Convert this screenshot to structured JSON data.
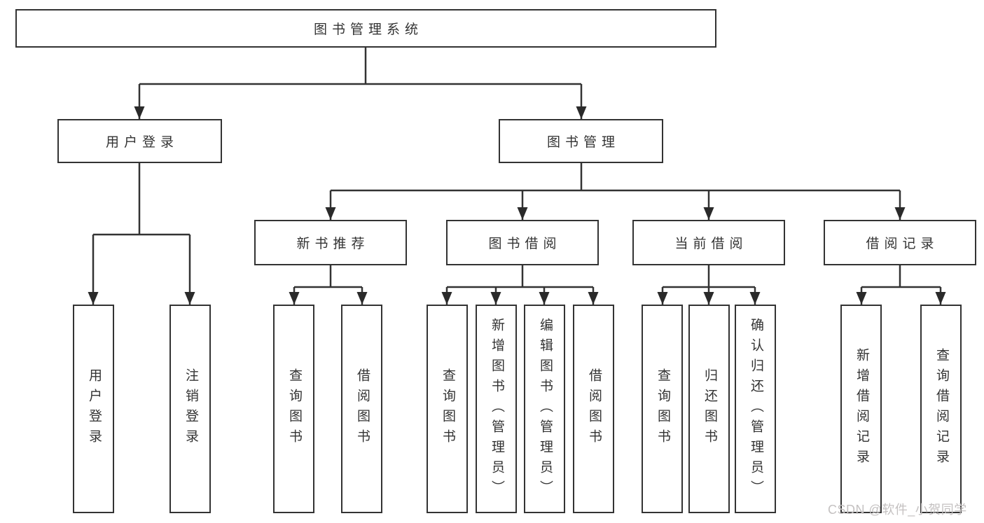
{
  "diagram_type": "hierarchy-tree",
  "tree": {
    "root": {
      "label": "图书管理系统"
    },
    "branches": [
      {
        "label": "用户登录",
        "children": [
          {
            "label": "用户登录"
          },
          {
            "label": "注销登录"
          }
        ]
      },
      {
        "label": "图书管理",
        "children": [
          {
            "label": "新书推荐",
            "children": [
              {
                "label": "查询图书"
              },
              {
                "label": "借阅图书"
              }
            ]
          },
          {
            "label": "图书借阅",
            "children": [
              {
                "label": "查询图书"
              },
              {
                "label": "新增图书（管理员）"
              },
              {
                "label": "编辑图书（管理员）"
              },
              {
                "label": "借阅图书"
              }
            ]
          },
          {
            "label": "当前借阅",
            "children": [
              {
                "label": "查询图书"
              },
              {
                "label": "归还图书"
              },
              {
                "label": "确认归还（管理员）"
              }
            ]
          },
          {
            "label": "借阅记录",
            "children": [
              {
                "label": "新增借阅记录"
              },
              {
                "label": "查询借阅记录"
              }
            ]
          }
        ]
      }
    ]
  },
  "watermark": {
    "text": "CSDN @软件_小贺同学"
  },
  "colors": {
    "background": "#ffffff",
    "line": "#333333",
    "arrow": "#2a2a2a",
    "text": "#333333",
    "watermark": "#c4c1c1"
  }
}
